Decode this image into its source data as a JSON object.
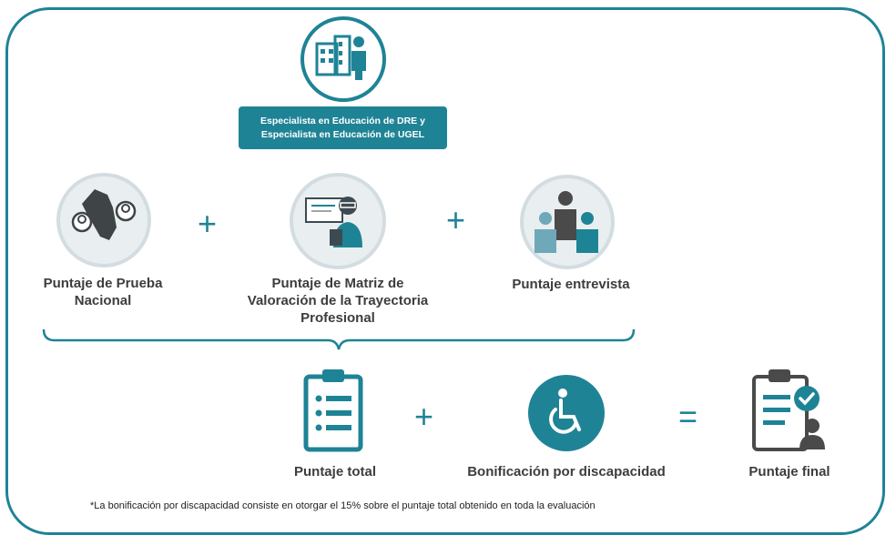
{
  "header": {
    "role_line1": "Especialista en Educación de DRE y",
    "role_line2": "Especialista en Educación de UGEL"
  },
  "components": [
    {
      "label_l1": "Puntaje de Prueba",
      "label_l2": "Nacional",
      "icon": "peru-map-people-icon"
    },
    {
      "label_l1": "Puntaje de Matriz de",
      "label_l2": "Valoración de la Trayectoria",
      "label_l3": "Profesional",
      "icon": "teacher-board-icon"
    },
    {
      "label_l1": "Puntaje entrevista",
      "icon": "interview-people-icon"
    }
  ],
  "operators": {
    "plus": "+",
    "equals": "="
  },
  "result_row": {
    "total": "Puntaje total",
    "bonus": "Bonificación por discapacidad",
    "final": "Puntaje final"
  },
  "footnote": "*La bonificación por discapacidad consiste en otorgar el 15% sobre el puntaje total obtenido en toda la evaluación",
  "colors": {
    "teal": "#1f8396",
    "text": "#3d3d3d",
    "circle_bg": "#e9eef0",
    "dark_icon": "#4a4a4a"
  }
}
